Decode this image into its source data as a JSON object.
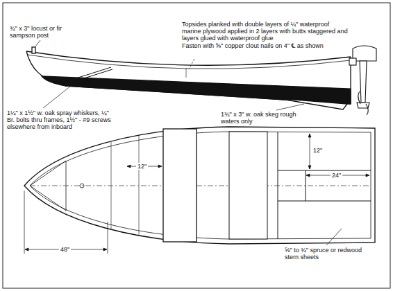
{
  "diagram": {
    "labels": [
      "¾\" x 3\" locust or fir sampson post",
      "Topsides planked with double layers of ¼\" waterproof marine plywood applied in 2 layers with butts staggered and layers glued with waterproof glue",
      "Fasten with ⅝\" copper clout nails on 4\" ℄ as shown",
      "1¼\" x 1½\" w. oak spray whiskers, ¼\" Br. bolts thru frames, 1½\" - #9 screws elsewhere from inboard",
      "1¾\" x 3\" w. oak skeg rough waters only",
      "12\"",
      "12\"",
      "24\"",
      "48\"",
      "⅝\" to ¾\" spruce or redwood stern sheets"
    ]
  }
}
